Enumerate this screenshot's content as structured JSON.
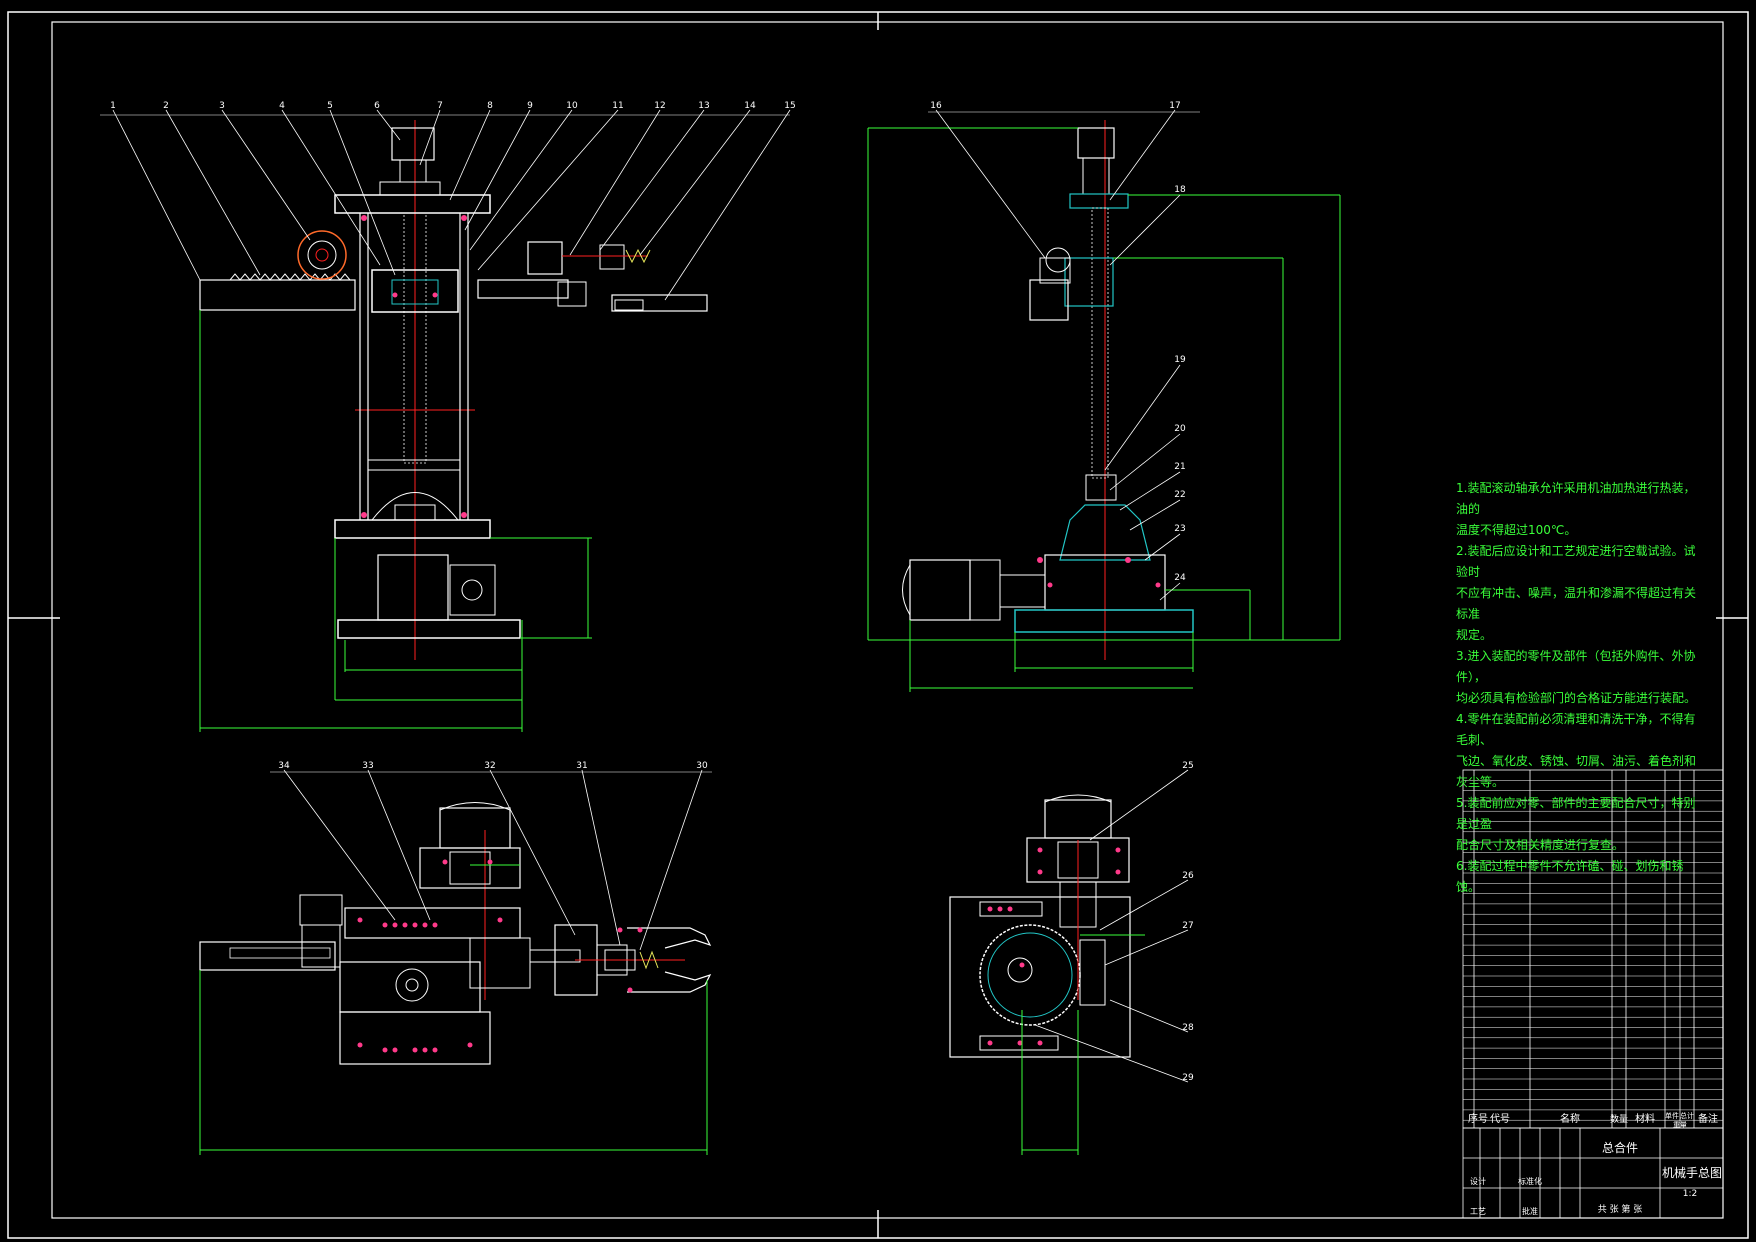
{
  "drawing": {
    "colors": {
      "background": "#000000",
      "outline": "#ffffff",
      "centerline": "#ff2020",
      "dimension": "#3aff3a",
      "hatch": "#22c6c6",
      "detail": "#ff3a8a",
      "accent": "#e8e85a"
    },
    "front_view_balloons": [
      "1",
      "2",
      "3",
      "4",
      "5",
      "6",
      "7",
      "8",
      "9",
      "10",
      "11",
      "12",
      "13",
      "14",
      "15"
    ],
    "side_view_balloons": [
      "16",
      "17",
      "18",
      "19",
      "20",
      "21",
      "22",
      "23",
      "24"
    ],
    "top_view_balloons": [
      "34",
      "33",
      "32",
      "31",
      "30"
    ],
    "base_view_balloons": [
      "25",
      "26",
      "27",
      "28",
      "29"
    ],
    "technical_notes": [
      "1.装配滚动轴承允许采用机油加热进行热装，油的",
      "温度不得超过100℃。",
      "2.装配后应设计和工艺规定进行空载试验。试验时",
      "不应有冲击、噪声，温升和渗漏不得超过有关标准",
      "规定。",
      "3.进入装配的零件及部件（包括外购件、外协件），",
      "均必须具有检验部门的合格证方能进行装配。",
      "4.零件在装配前必须清理和清洗干净，不得有毛刺、",
      "飞边、氧化皮、锈蚀、切屑、油污、着色剂和灰尘等。",
      "5.装配前应对零、部件的主要配合尺寸，特别是过盈",
      "配合尺寸及相关精度进行复查。",
      "6.装配过程中零件不允许磕、碰、划伤和锈蚀。"
    ],
    "bom_header": {
      "seq": "序号",
      "code": "代号",
      "name": "名称",
      "qty": "数量",
      "material": "材料",
      "unit_weight": "单件",
      "total_weight": "总计",
      "weight": "重量",
      "remark": "备注"
    },
    "title_block": {
      "assembly_label": "总合件",
      "drawing_title": "机械手总图",
      "design_label": "设计",
      "process_label": "工艺",
      "standard_label": "标准化",
      "approve_label": "批准",
      "ratio": "1:2",
      "sheet_label": "共 张 第 张"
    }
  }
}
